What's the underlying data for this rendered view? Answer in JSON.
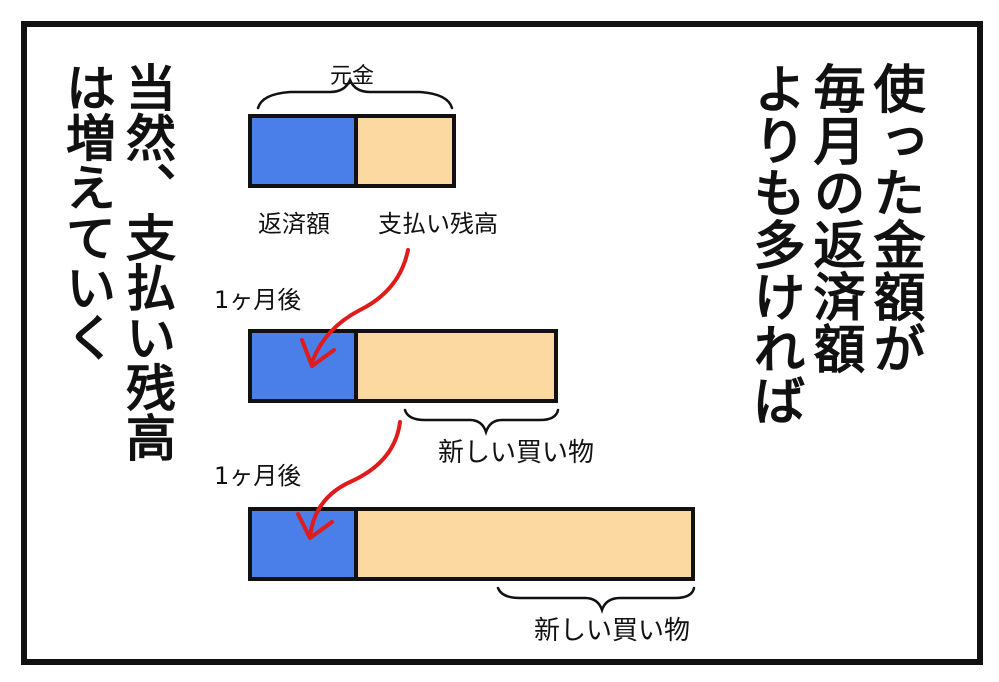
{
  "right_caption": [
    "使った金額が",
    "毎月の返済額",
    "よりも多ければ"
  ],
  "left_caption": [
    "当然、支払い残高",
    "は増えていく"
  ],
  "diagram": {
    "top_brace_label": "元金",
    "repayment_label": "返済額",
    "balance_label": "支払い残高",
    "month_later_1": "1ヶ月後",
    "month_later_2": "1ヶ月後",
    "new_purchase_1": "新しい買い物",
    "new_purchase_2": "新しい買い物"
  },
  "colors": {
    "repayment": "#4a7ee8",
    "balance": "#fcd9a0",
    "arrow": "#e01b1b",
    "ink": "#111111"
  }
}
